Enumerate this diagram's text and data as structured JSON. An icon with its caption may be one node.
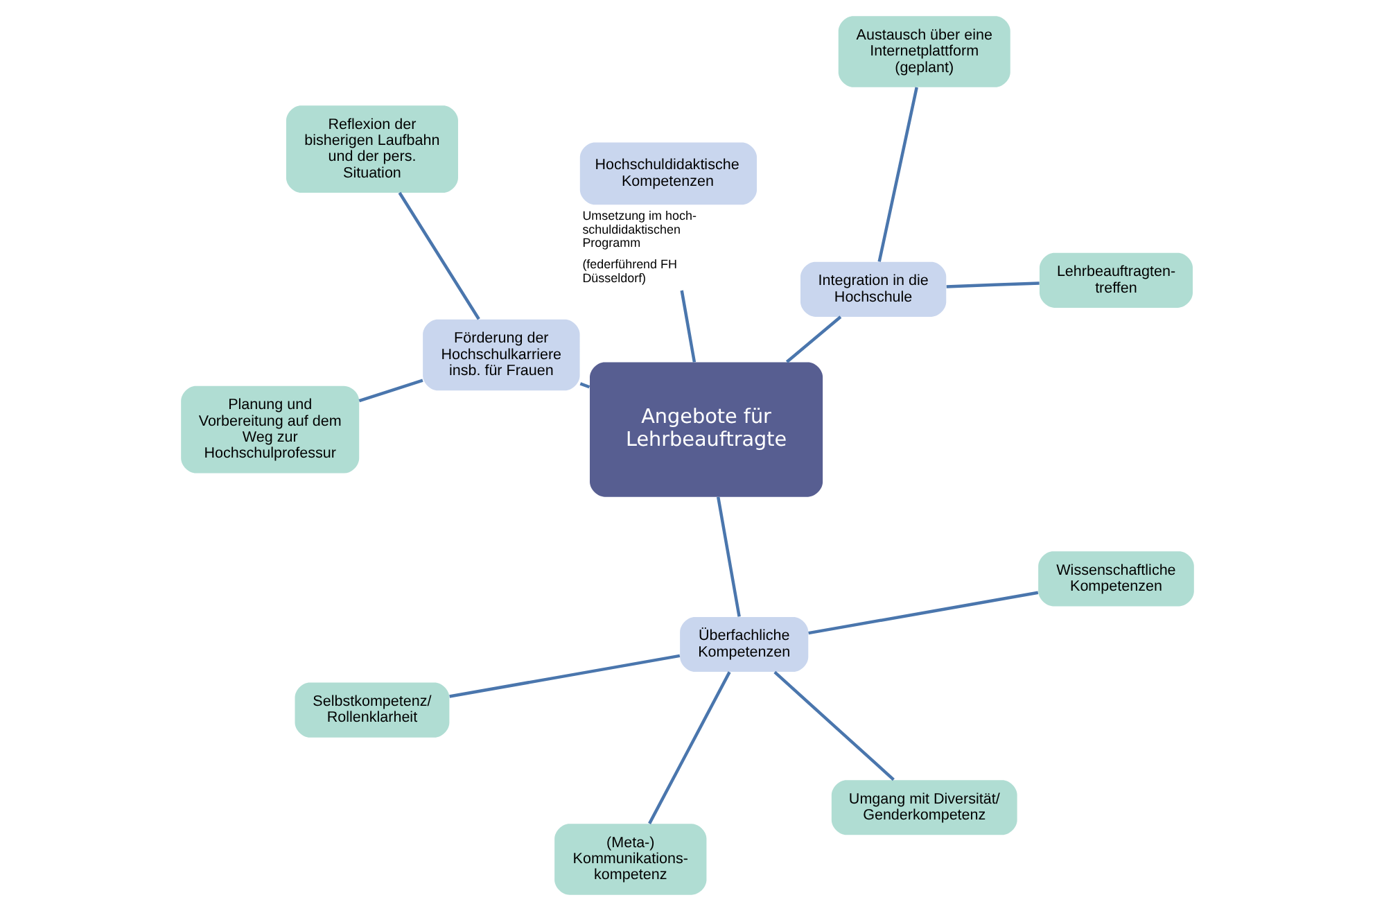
{
  "diagram": {
    "nodes": [
      {
        "text": [
          "Angebote für Lehrbeauftragte"
        ]
      },
      {
        "text": [
          "Integration in die Hochschule"
        ]
      },
      {
        "text": [
          "Lehrbeauftragten-treffen"
        ]
      },
      {
        "text": [
          "Austausch über eine Internetplattform (geplant)"
        ]
      },
      {
        "text": [
          "Hochschuldidaktische Kompetenzen"
        ],
        "beside": [
          "Umsetzung im hoch-schuldidaktischen Programm",
          "(federführend FH Düsseldorf)"
        ]
      },
      {
        "text": [
          "Förderung der Hochschulkarriere insb. für Frauen"
        ]
      },
      {
        "text": [
          "Reflexion der bisherigen Laufbahn und der pers. Situation"
        ]
      },
      {
        "text": [
          "Planung und Vorbereitung auf dem Weg zur Hochschulprofessur"
        ]
      },
      {
        "text": [
          "Überfachliche Kompetenzen"
        ]
      },
      {
        "text": [
          "Selbstkompetenz/ Rollenklarheit"
        ]
      },
      {
        "text": [
          "(Meta-) Kommunikations-kompetenz"
        ]
      },
      {
        "text": [
          "Umgang mit Diversität/ Genderkompetenz"
        ]
      },
      {
        "text": [
          "Wissenschaftliche Kompetenzen"
        ]
      }
    ],
    "edges": [
      {
        "from": 0,
        "to": 1,
        "arrow": "none"
      },
      {
        "from": 1,
        "to": 2,
        "arrow": "none"
      },
      {
        "from": 1,
        "to": 3,
        "arrow": "none"
      },
      {
        "from": 0,
        "to": 4,
        "arrow": "none"
      },
      {
        "from": 0,
        "to": 5,
        "arrow": "none"
      },
      {
        "from": 5,
        "to": 6,
        "arrow": "none"
      },
      {
        "from": 5,
        "to": 7,
        "arrow": "none"
      },
      {
        "from": 0,
        "to": 8,
        "arrow": "none"
      },
      {
        "from": 8,
        "to": 9,
        "arrow": "none"
      },
      {
        "from": 8,
        "to": 10,
        "arrow": "none"
      },
      {
        "from": 8,
        "to": 11,
        "arrow": "none"
      },
      {
        "from": 8,
        "to": 12,
        "arrow": "none"
      }
    ]
  }
}
